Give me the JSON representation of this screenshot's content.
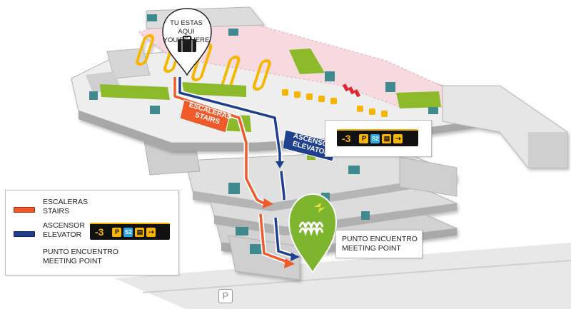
{
  "you_are_here": {
    "line1": "TU ESTAS AQUI",
    "line2": "YOU'RE HERE",
    "icon": "luggage-icon"
  },
  "route_labels": {
    "stairs_es": "ESCALERAS",
    "stairs_en": "STAIRS",
    "elevator_es": "ASCENSOR",
    "elevator_en": "ELEVATOR"
  },
  "level_indicator": {
    "level": "-3",
    "parking": "P",
    "service": "S2",
    "icons": [
      "ticket-icon",
      "exit-icon"
    ]
  },
  "meeting_point": {
    "es": "PUNTO ENCUENTRO",
    "en": "MEETING POINT",
    "icon": "meeting-point-icon"
  },
  "legend": {
    "stairs": {
      "es": "ESCALERAS",
      "en": "STAIRS",
      "color": "#f0592a"
    },
    "elevator": {
      "es": "ASCENSOR",
      "en": "ELEVATOR",
      "color": "#1f3f8f"
    },
    "elevator_level": {
      "level": "-3",
      "parking": "P",
      "service": "S2"
    },
    "meeting": {
      "es": "PUNTO ENCUENTRO",
      "en": "MEETING POINT",
      "color": "#7db52f"
    }
  },
  "parking_sign": "P",
  "colors": {
    "floor_pink": "#f7d9e0",
    "green_block": "#8cba2a",
    "teal_block": "#3f8a8f",
    "building_gray": "#d9d9d9",
    "gold": "#f7b500"
  }
}
